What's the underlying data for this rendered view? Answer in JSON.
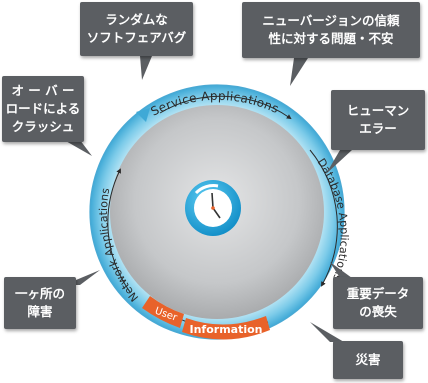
{
  "callouts": {
    "random_bug": {
      "lines": [
        "ランダムな",
        "ソフトフェアバグ"
      ]
    },
    "version_incompat": {
      "lines": [
        "ニューバージョンの信頼",
        "性に対する問題・不安"
      ]
    },
    "overload": {
      "lines": [
        "オ ー バ ー",
        "ロードによる",
        "クラッシュ"
      ]
    },
    "human_error": {
      "lines": [
        "ヒューマン",
        "エラー"
      ]
    },
    "single_point": {
      "lines": [
        "一ヶ所の",
        "障害"
      ]
    },
    "data_loss": {
      "lines": [
        "重要データ",
        "の喪失"
      ]
    },
    "disaster": {
      "lines": [
        "災害"
      ]
    }
  },
  "ring_labels": {
    "service": "Service Applications",
    "database": "Database Applications",
    "network": "Network Applications",
    "information": "Information",
    "user": "User"
  },
  "colors": {
    "callout_bg": "#5b5e62",
    "ring_blue": "#8ad2ec",
    "ring_blue_dark": "#3fa9d6",
    "disc_grey": "#c9cbcd",
    "orange": "#e8622a",
    "clock_blue": "#1ba3dc"
  },
  "icons": {
    "center": "clock-icon"
  }
}
